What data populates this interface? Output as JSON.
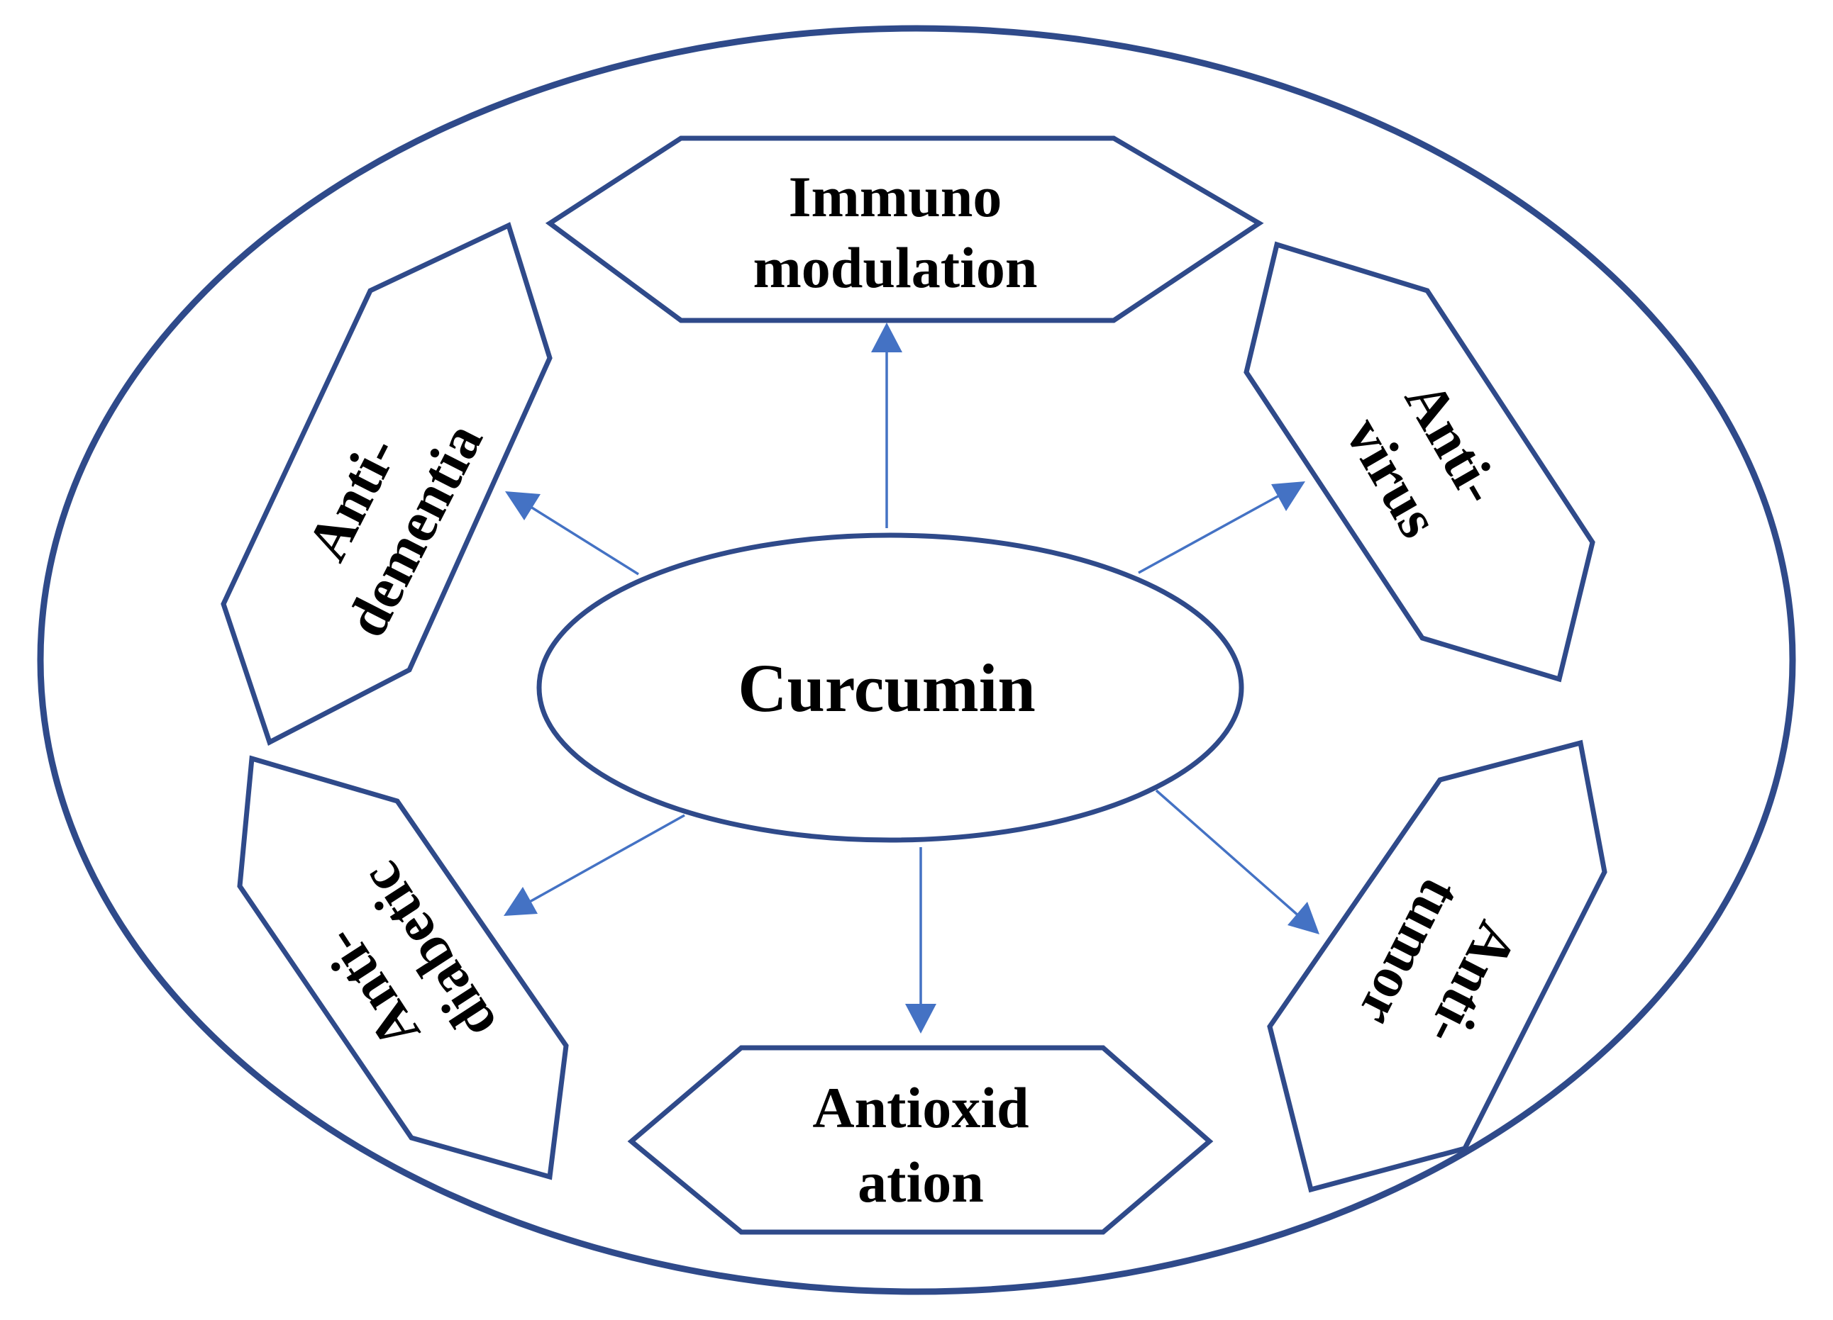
{
  "center": {
    "label": "Curcumin"
  },
  "effects": {
    "immunomodulation": {
      "line1": "Immuno",
      "line2": "modulation"
    },
    "antivirus": {
      "line1": "Anti-",
      "line2": "virus"
    },
    "antitumor": {
      "line1": "Anti-",
      "line2": "tumor"
    },
    "antioxidation": {
      "line1": "Antioxid",
      "line2": "ation"
    },
    "antidiabetic": {
      "line1": "Anti-",
      "line2": "diabetic"
    },
    "antidementia": {
      "line1": "Anti-",
      "line2": "dementia"
    }
  },
  "colors": {
    "outline": "#2f4a8a",
    "arrow": "#4472c4",
    "text": "#000000",
    "background": "#ffffff"
  }
}
